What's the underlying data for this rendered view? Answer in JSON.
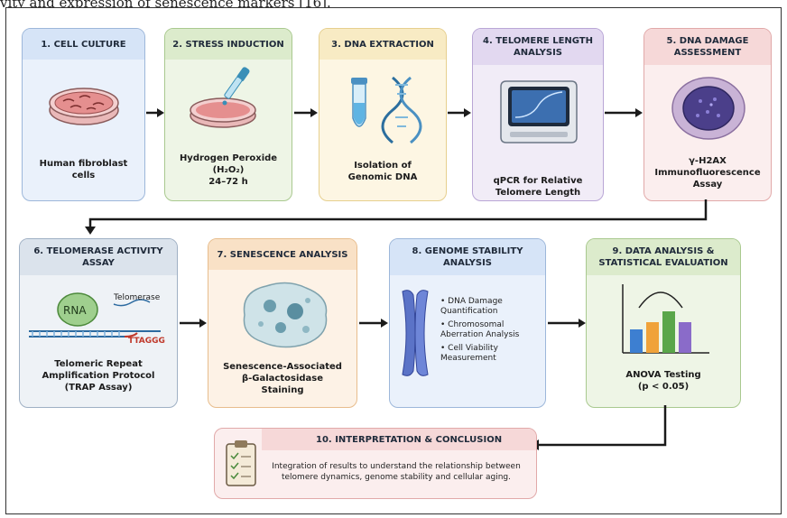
{
  "top_text": "vity and expression of senescence markers [16].",
  "steps": [
    {
      "id": 1,
      "title": "1. CELL CULTURE",
      "caption": "Human fibroblast\ncells"
    },
    {
      "id": 2,
      "title": "2. STRESS INDUCTION",
      "caption_line1": "Hydrogen Peroxide",
      "caption_formula": "(H₂O₂)",
      "caption_line3": "24–72 h"
    },
    {
      "id": 3,
      "title": "3. DNA EXTRACTION",
      "caption": "Isolation of\nGenomic DNA"
    },
    {
      "id": 4,
      "title": "4. TELOMERE LENGTH\nANALYSIS",
      "caption": "qPCR for Relative\nTelomere Length"
    },
    {
      "id": 5,
      "title": "5. DNA DAMAGE\nASSESSMENT",
      "caption": "γ-H2AX\nImmunofluorescence\nAssay"
    },
    {
      "id": 6,
      "title": "6. TELOMERASE ACTIVITY\nASSAY",
      "caption": "Telomeric Repeat\nAmplification Protocol\n(TRAP Assay)",
      "rna_label": "RNA",
      "enzyme_label": "Telomerase",
      "sequence_label": "TTAGGG"
    },
    {
      "id": 7,
      "title": "7. SENESCENCE ANALYSIS",
      "caption": "Senescence-Associated\nβ-Galactosidase\nStaining"
    },
    {
      "id": 8,
      "title": "8. GENOME STABILITY\nANALYSIS",
      "bullets": [
        "• DNA Damage\n   Quantification",
        "• Chromosomal\n   Aberration Analysis",
        "• Cell Viability\n   Measurement"
      ]
    },
    {
      "id": 9,
      "title": "9. DATA ANALYSIS &\nSTATISTICAL EVALUATION",
      "caption": "ANOVA Testing\n(p < 0.05)"
    }
  ],
  "conclusion": {
    "title": "10. INTERPRETATION & CONCLUSION",
    "text": "Integration of results to understand the relationship between\ntelomere dynamics, genome stability and cellular aging."
  },
  "colors": {
    "blue": "#eaf1fb",
    "blue_border": "#9db7da",
    "blue_hdr": "#d6e4f7",
    "green": "#eef5e6",
    "green_border": "#a9c98f",
    "green_hdr": "#dcebcc",
    "yellow": "#fdf6e3",
    "yellow_border": "#e6cf8e",
    "yellow_hdr": "#f8ebc4",
    "purple": "#f1ecf7",
    "purple_border": "#b9a6d6",
    "purple_hdr": "#e2d8f0",
    "pink": "#fbeeee",
    "pink_border": "#e1a9a9",
    "pink_hdr": "#f6d8d8",
    "slate": "#eef2f6",
    "slate_border": "#9fb0c4",
    "slate_hdr": "#dbe3ec",
    "peach": "#fdf2e6",
    "peach_border": "#e8bd8d",
    "peach_hdr": "#f9e1c6",
    "arrow": "#1a1a1a"
  }
}
